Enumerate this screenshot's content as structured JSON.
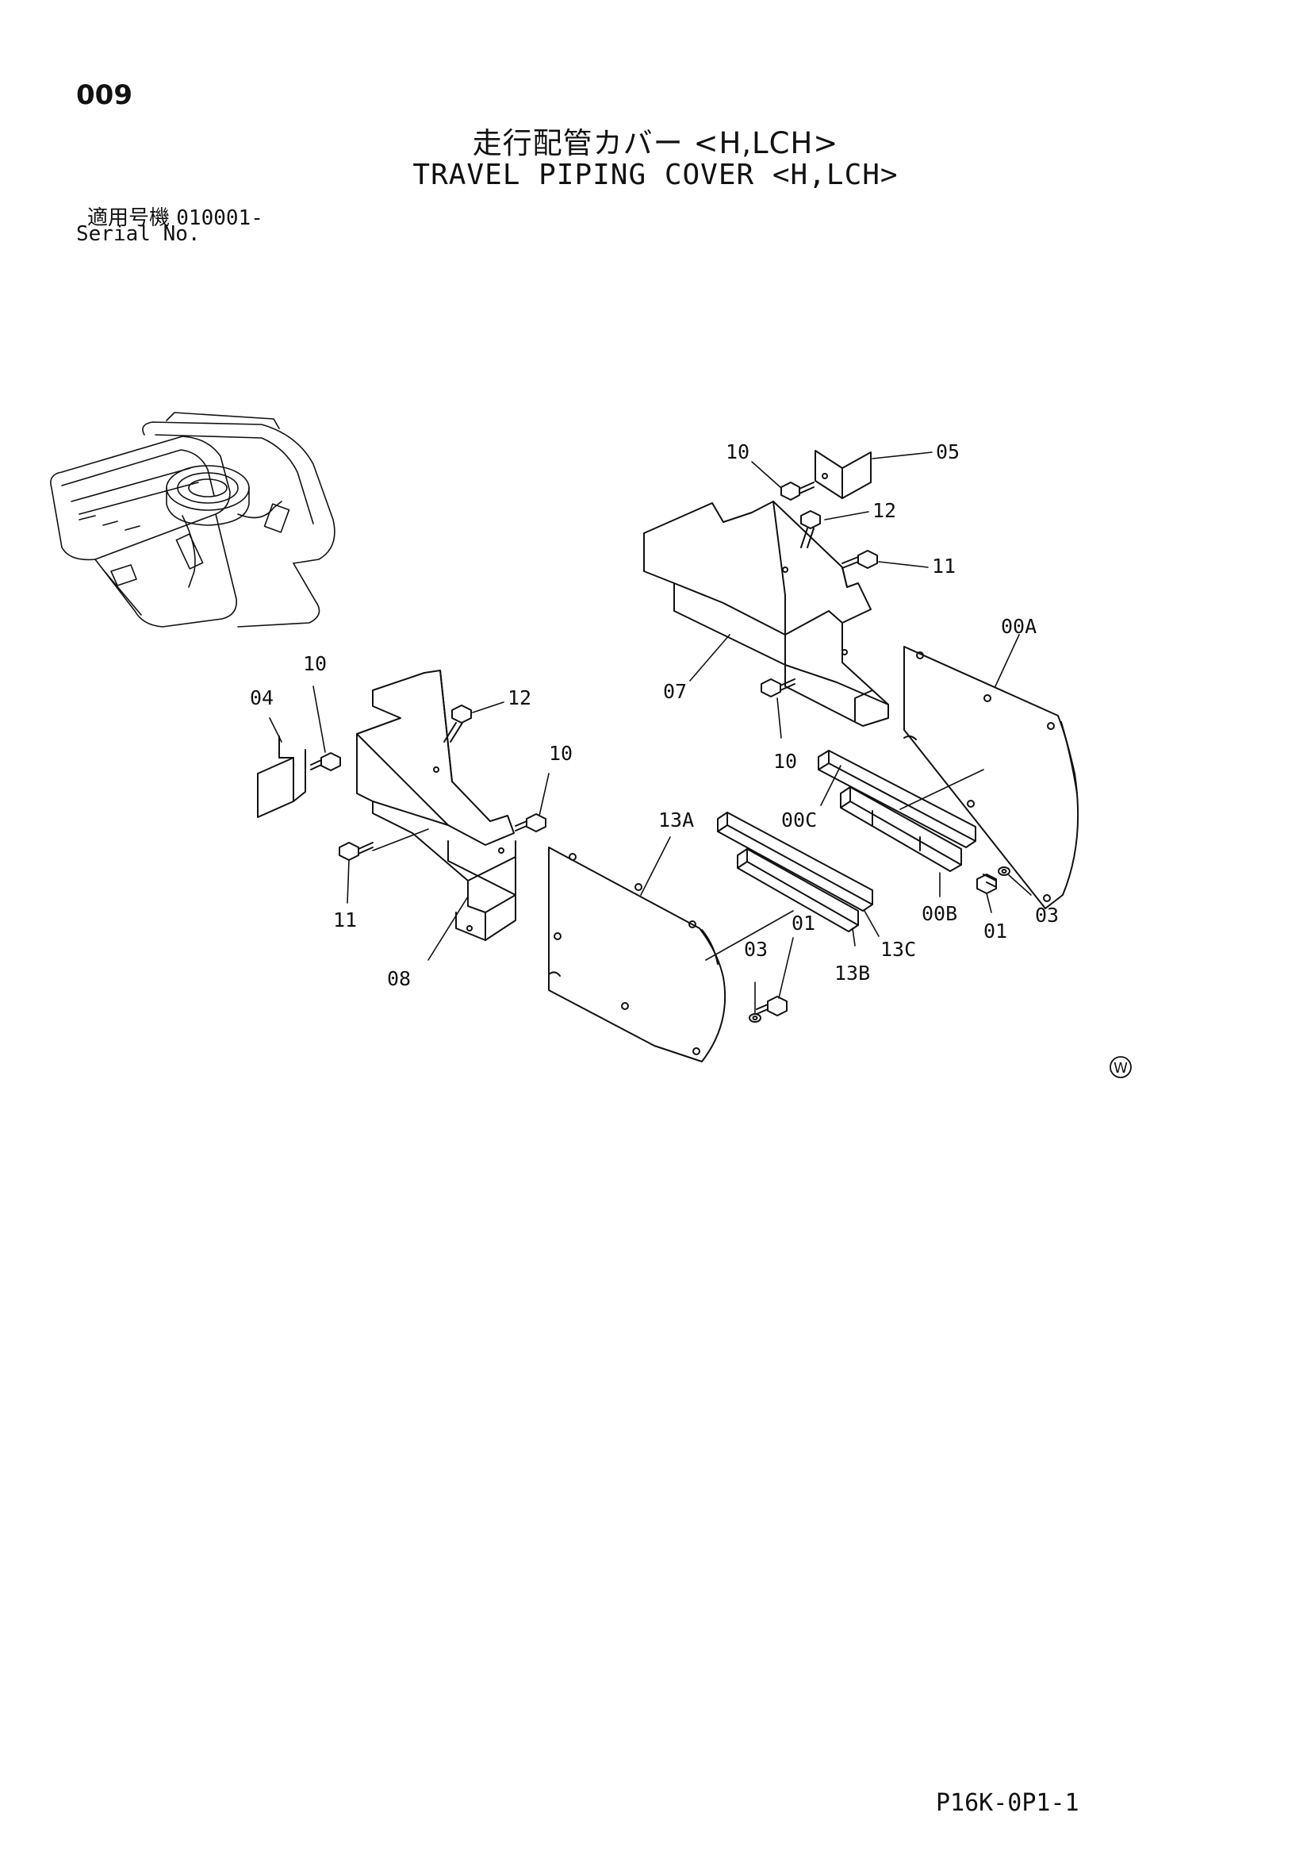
{
  "header": {
    "page_number": "009",
    "title_jp": "走行配管カバー <H,LCH>",
    "title_en": "TRAVEL PIPING COVER <H,LCH>",
    "serial_label_jp": "適用号機",
    "serial_value": "010001-",
    "serial_label_en": "Serial No."
  },
  "callouts": {
    "p10a": "10",
    "p05": "05",
    "p12a": "12",
    "p11a": "11",
    "p00A": "00A",
    "p07": "07",
    "p10b": "10",
    "p00C": "00C",
    "p00B": "00B",
    "p03a": "03",
    "p01a": "01",
    "p10c": "10",
    "p04": "04",
    "p12b": "12",
    "p10d": "10",
    "p13A": "13A",
    "p11b": "11",
    "p08": "08",
    "p01b": "01",
    "p03b": "03",
    "p13C": "13C",
    "p13B": "13B"
  },
  "marks": {
    "w_symbol": "W"
  },
  "footer": {
    "doc_code": "P16K-0P1-1"
  }
}
